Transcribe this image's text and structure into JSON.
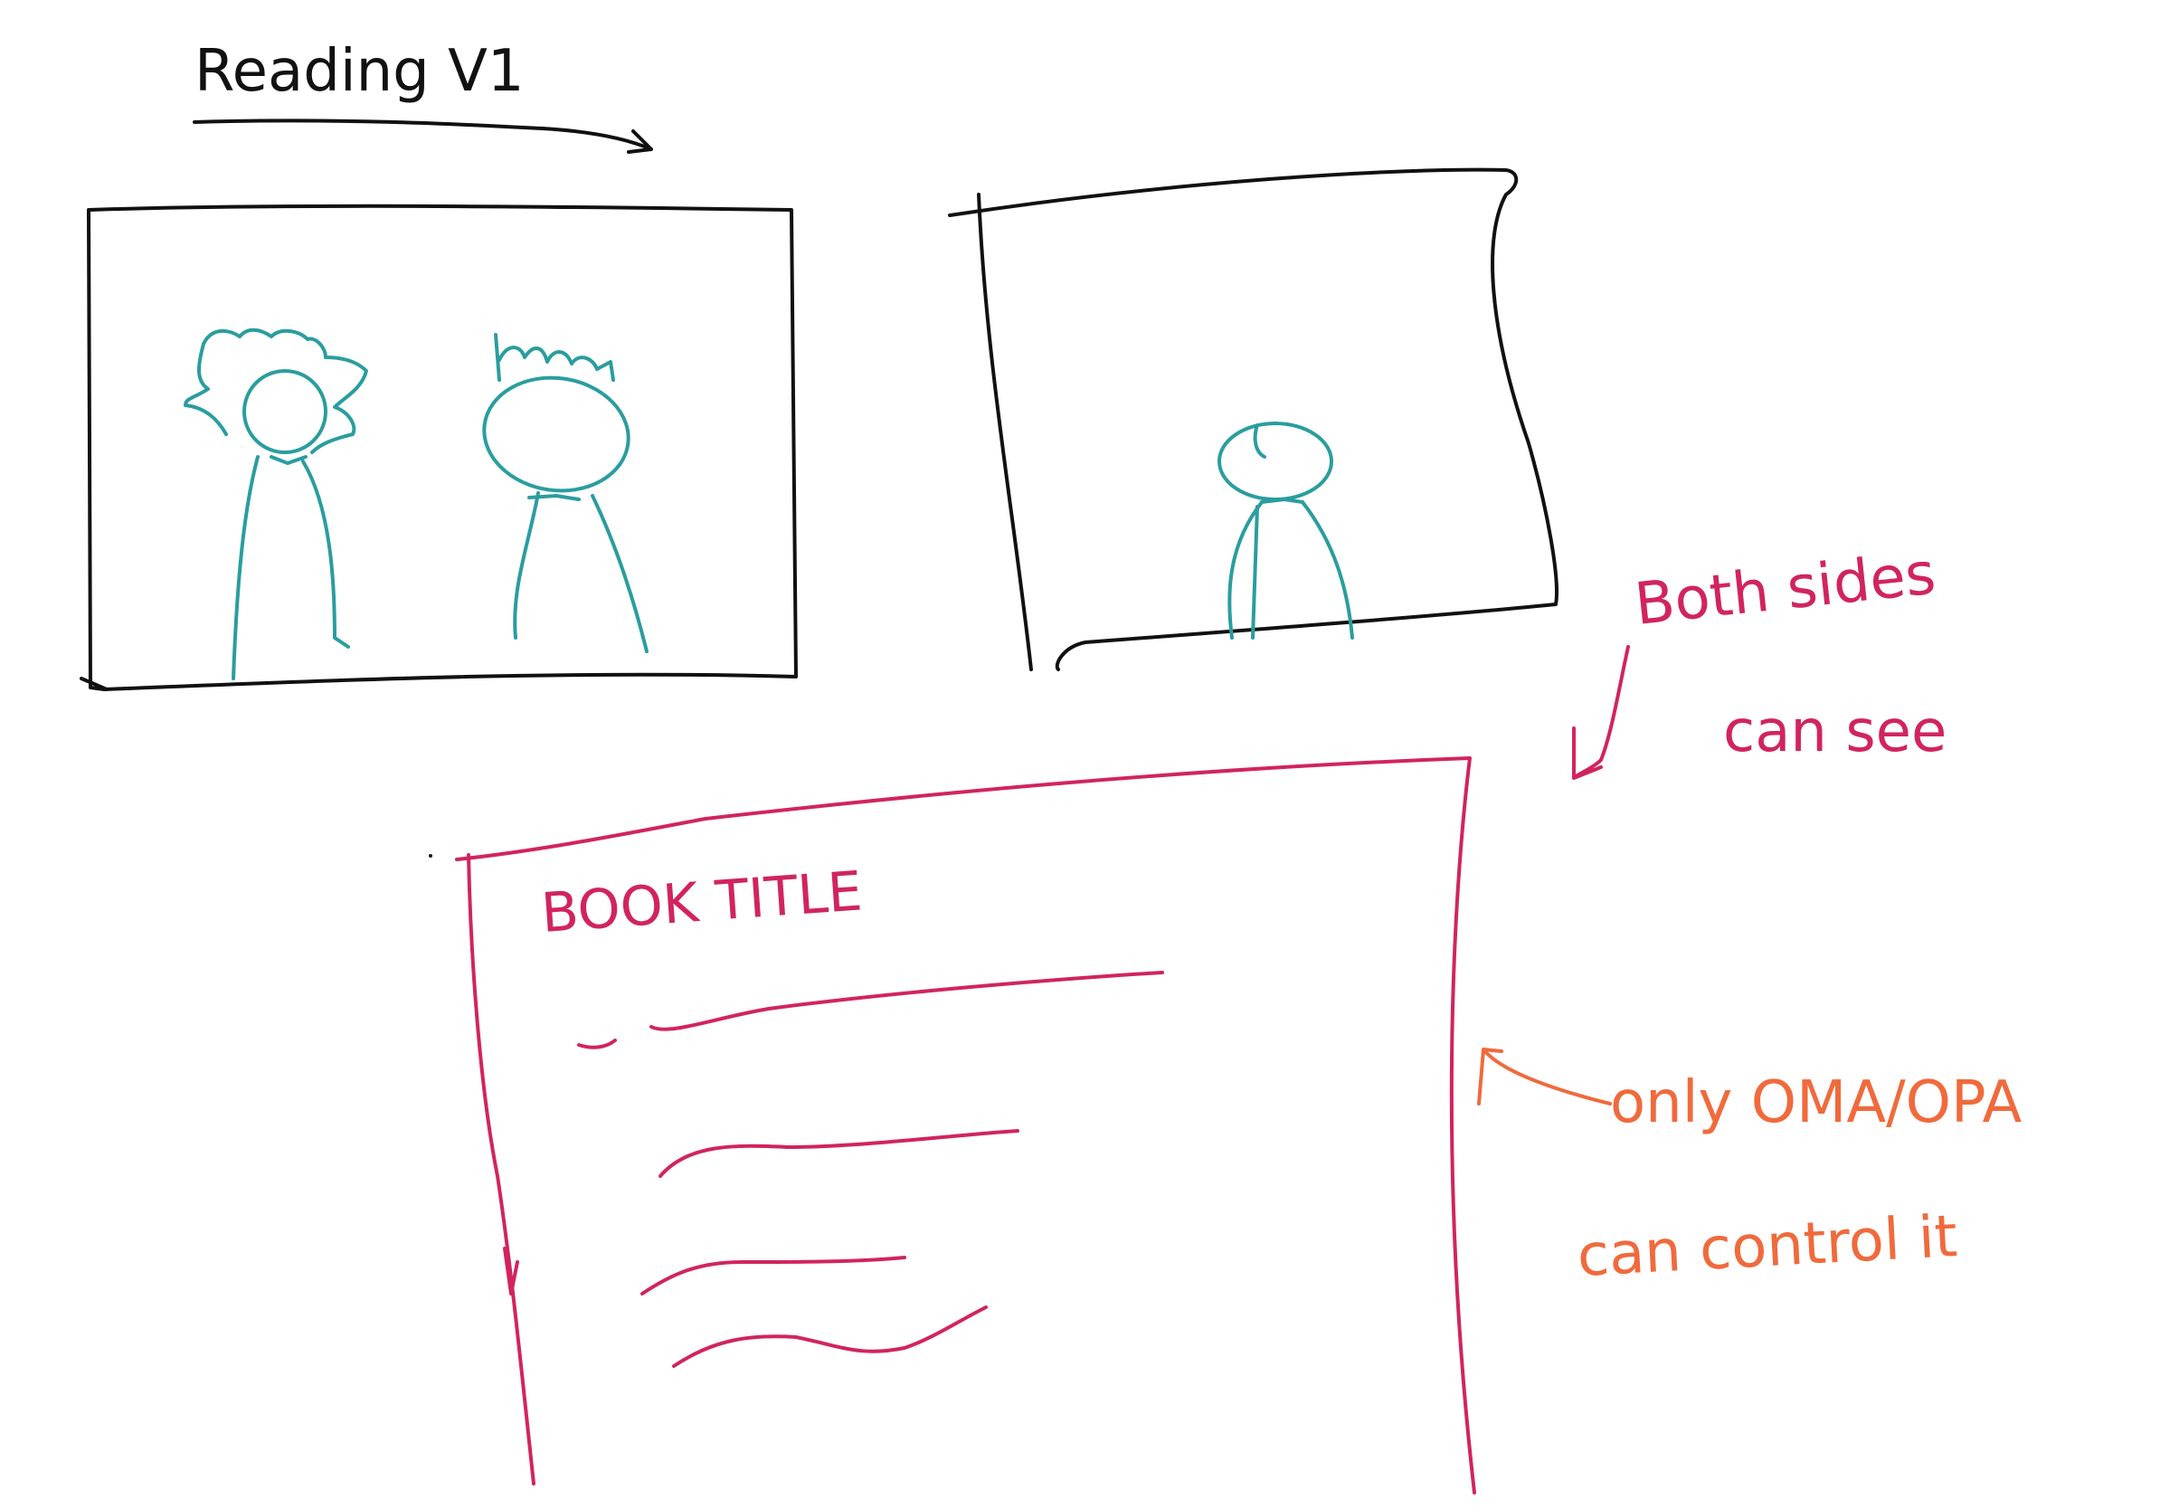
{
  "title": "Reading V1",
  "annotations": {
    "shared_view_line1": "Both sides",
    "shared_view_line2": "can see",
    "control_line1": "only OMA/OPA",
    "control_line2": "can control it"
  },
  "book_panel": {
    "title": "BOOK TITLE"
  },
  "colors": {
    "ink": "#111111",
    "person": "#2a9d9f",
    "book": "#d1245f",
    "control_note": "#f06a3c"
  }
}
